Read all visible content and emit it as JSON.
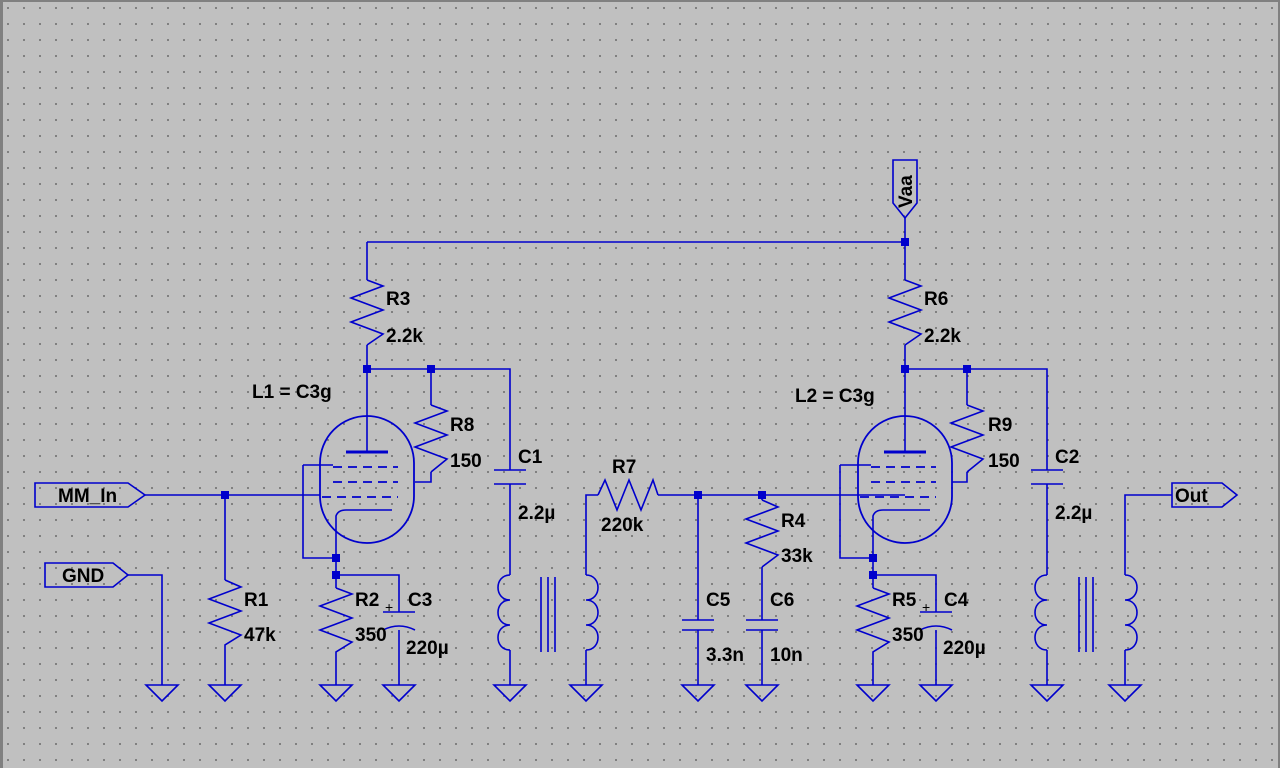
{
  "ports": {
    "mm_in": "MM_In",
    "gnd": "GND",
    "out": "Out",
    "vaa": "Vaa"
  },
  "components": {
    "R1": {
      "ref": "R1",
      "value": "47k"
    },
    "R2": {
      "ref": "R2",
      "value": "350"
    },
    "R3": {
      "ref": "R3",
      "value": "2.2k"
    },
    "R4": {
      "ref": "R4",
      "value": "33k"
    },
    "R5": {
      "ref": "R5",
      "value": "350"
    },
    "R6": {
      "ref": "R6",
      "value": "2.2k"
    },
    "R7": {
      "ref": "R7",
      "value": "220k"
    },
    "R8": {
      "ref": "R8",
      "value": "150"
    },
    "R9": {
      "ref": "R9",
      "value": "150"
    },
    "C1": {
      "ref": "C1",
      "value": "2.2µ"
    },
    "C2": {
      "ref": "C2",
      "value": "2.2µ"
    },
    "C3": {
      "ref": "C3",
      "value": "220µ"
    },
    "C4": {
      "ref": "C4",
      "value": "220µ"
    },
    "C5": {
      "ref": "C5",
      "value": "3.3n"
    },
    "C6": {
      "ref": "C6",
      "value": "10n"
    },
    "L1": {
      "label": "L1 = C3g"
    },
    "L2": {
      "label": "L2 = C3g"
    }
  },
  "polarity_mark": "+",
  "colors": {
    "background": "#c0c0c0",
    "wire": "#0000cc",
    "text": "#000000"
  }
}
